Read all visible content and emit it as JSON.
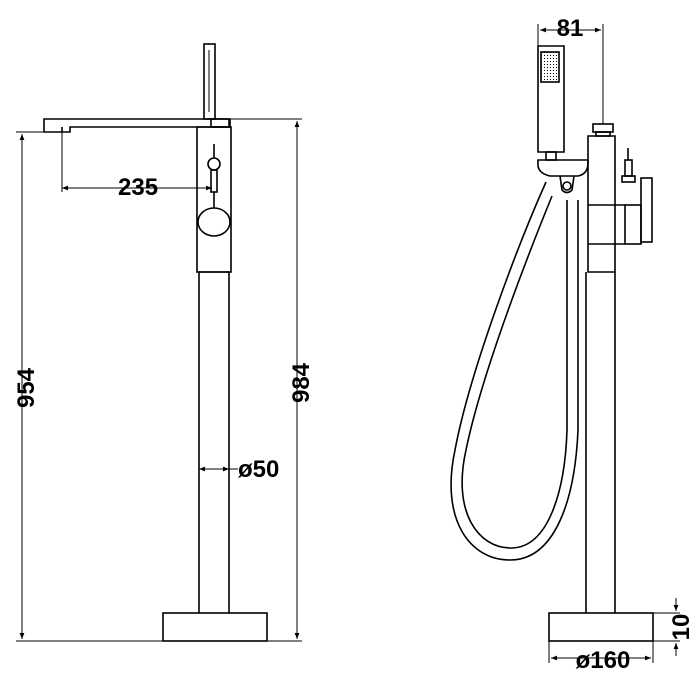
{
  "diagram": {
    "line_color": "#000000",
    "background": "#ffffff",
    "dimensions": {
      "spout_reach": "235",
      "total_height_left": "954",
      "total_height_right": "984",
      "pipe_diameter": "ø50",
      "handshower_width": "81",
      "base_thickness": "10",
      "base_diameter": "ø160"
    }
  }
}
